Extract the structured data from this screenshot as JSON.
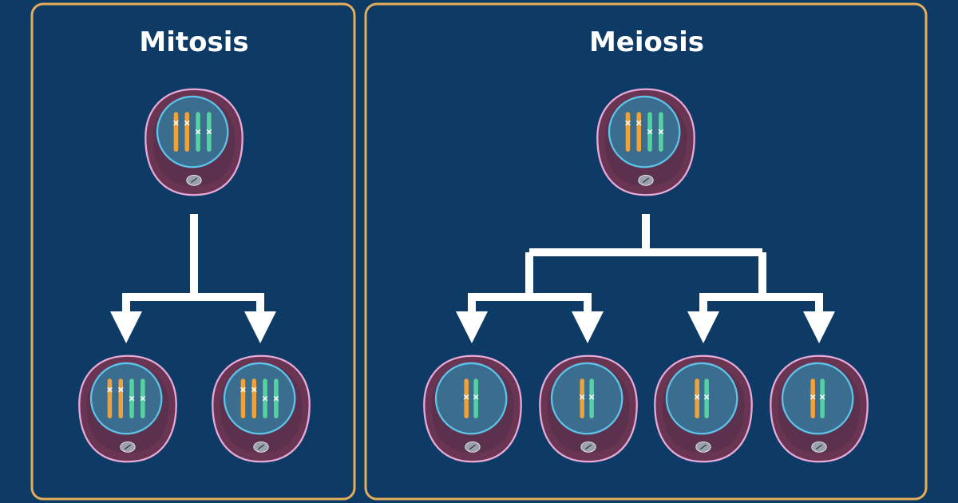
{
  "colors": {
    "background": "#0e3a66",
    "panel_border": "#e3ad5a",
    "cell_fill": "#6a3552",
    "cell_inner": "#57304c",
    "cell_outline": "#e7a9d8",
    "nucleus_fill": "#3a6d8e",
    "nucleus_outline": "#5ec3e8",
    "chromosome_orange": "#f0a23a",
    "chromosome_green": "#55d1a2",
    "arrow": "#ffffff",
    "organelle": "#9aa1ad"
  },
  "panels": {
    "mitosis": {
      "title": "Mitosis",
      "parent_cell": {
        "chromosomes": [
          "orange",
          "orange",
          "green",
          "green"
        ]
      },
      "daughter_cells": [
        {
          "chromosomes": [
            "orange",
            "orange",
            "green",
            "green"
          ]
        },
        {
          "chromosomes": [
            "orange",
            "orange",
            "green",
            "green"
          ]
        }
      ]
    },
    "meiosis": {
      "title": "Meiosis",
      "parent_cell": {
        "chromosomes": [
          "orange",
          "orange",
          "green",
          "green"
        ]
      },
      "daughter_cells": [
        {
          "chromosomes": [
            "orange",
            "green"
          ]
        },
        {
          "chromosomes": [
            "orange",
            "green"
          ]
        },
        {
          "chromosomes": [
            "orange",
            "green"
          ]
        },
        {
          "chromosomes": [
            "orange",
            "green"
          ]
        }
      ]
    }
  }
}
